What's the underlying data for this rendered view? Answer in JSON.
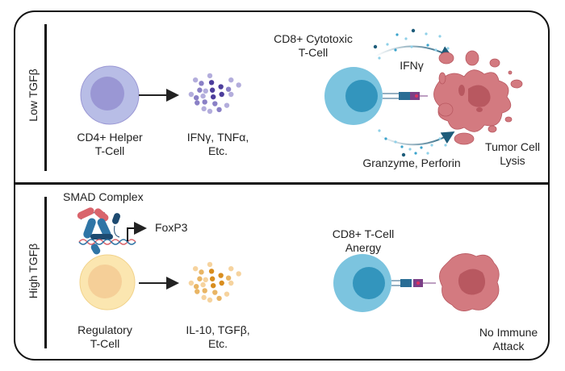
{
  "rows": [
    {
      "label": "Low TGFβ",
      "cell_label": [
        "CD4+ Helper",
        "T-Cell"
      ],
      "secretion_label": [
        "IFNγ, TNFα,",
        "Etc."
      ],
      "cd8_label": [
        "CD8+ Cytotoxic",
        "T-Cell"
      ],
      "upper_arc_label": "IFNγ",
      "lower_arc_label": "Granzyme, Perforin",
      "outcome_label": [
        "Tumor Cell",
        "Lysis"
      ]
    },
    {
      "label": "High TGFβ",
      "complex_label": "SMAD Complex",
      "gene_label": "FoxP3",
      "cell_label": [
        "Regulatory",
        "T-Cell"
      ],
      "secretion_label": [
        "IL-10, TGFβ,",
        "Etc."
      ],
      "cd8_label": [
        "CD8+ T-Cell",
        "Anergy"
      ],
      "outcome_label": [
        "No Immune",
        "Attack"
      ]
    }
  ],
  "colors": {
    "helper_outer": "#b8bde6",
    "helper_inner": "#9a97d4",
    "treg_outer": "#fbe6b0",
    "treg_inner": "#f5cf98",
    "cd8_outer": "#7cc4df",
    "cd8_inner": "#3395bd",
    "tumor": "#d37a80",
    "tumor_dark": "#b85860",
    "purple_dots": [
      "#b3addc",
      "#8a80c6",
      "#4d3e9c"
    ],
    "orange_dots": [
      "#f6d39e",
      "#e9b564",
      "#d88d1f"
    ],
    "blue_dots": [
      "#8fd0e8",
      "#3aa3cc",
      "#1e5c7a"
    ],
    "smad_red": "#d9646c",
    "smad_blue": "#2f75a6",
    "smad_navy": "#1d4a70"
  }
}
